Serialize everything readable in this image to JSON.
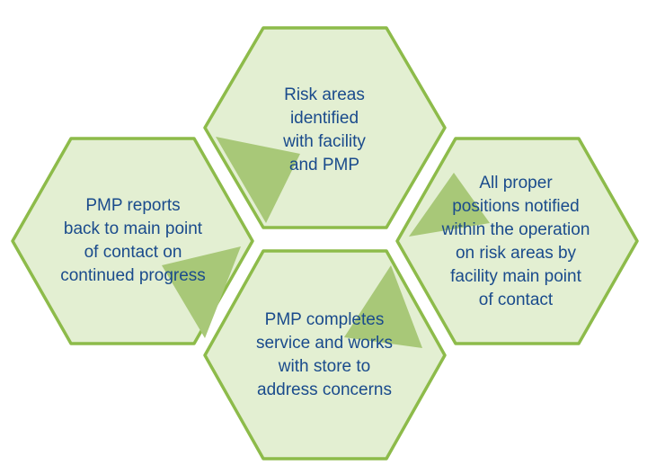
{
  "diagram": {
    "colors": {
      "fill": "#e3efd2",
      "stroke": "#8dbb4a",
      "arrow": "#a8c878",
      "text": "#1a4b8c"
    },
    "steps": [
      {
        "id": "top",
        "lines": [
          "Risk areas",
          "identified",
          "with facility",
          "and PMP"
        ]
      },
      {
        "id": "right",
        "lines": [
          "All proper",
          "positions notified",
          "within the operation",
          "on risk areas by",
          "facility main point",
          "of contact"
        ]
      },
      {
        "id": "bottom",
        "lines": [
          "PMP completes",
          "service and works",
          "with store to",
          "address concerns"
        ]
      },
      {
        "id": "left",
        "lines": [
          "PMP reports",
          "back to main point",
          "of contact on",
          "continued progress"
        ]
      }
    ]
  }
}
